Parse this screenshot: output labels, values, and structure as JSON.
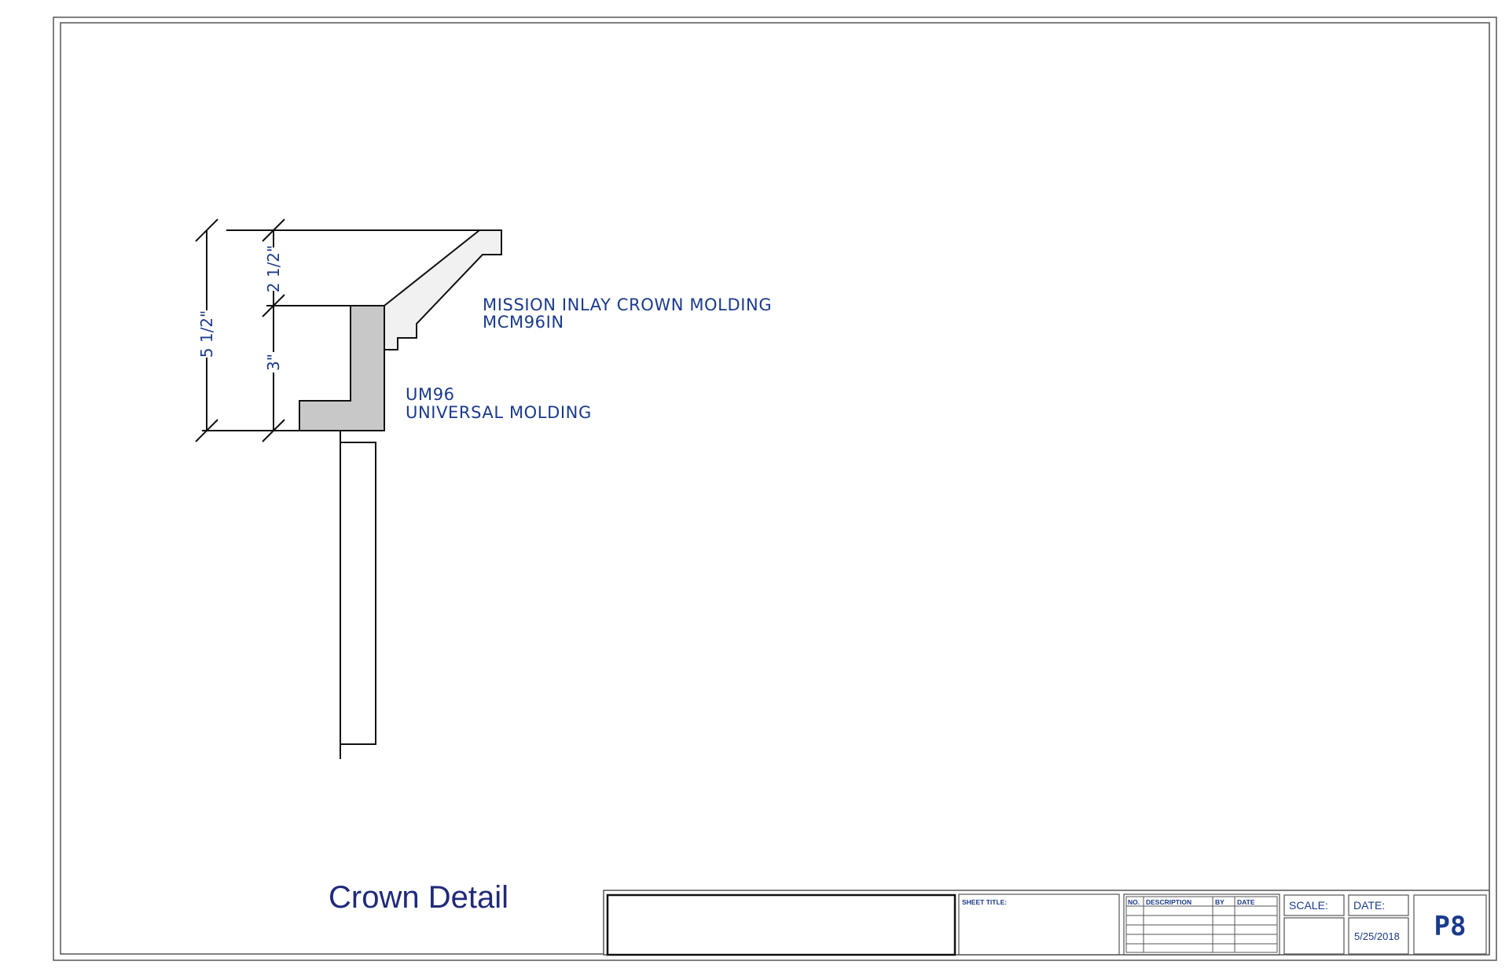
{
  "dimensions": {
    "overall": "5 1/2\"",
    "upper": "2 1/2\"",
    "lower": "3\""
  },
  "callouts": {
    "crown_line1": "MISSION INLAY CROWN MOLDING",
    "crown_line2": "MCM96IN",
    "universal_line1": "UM96",
    "universal_line2": "UNIVERSAL MOLDING"
  },
  "drawing_title": "Crown Detail",
  "title_block": {
    "sheet_title_label": "SHEET TITLE:",
    "revision_headers": {
      "no": "NO.",
      "description": "DESCRIPTION",
      "by": "BY",
      "date": "DATE"
    },
    "scale_label": "SCALE:",
    "date_label": "DATE:",
    "date_value": "5/25/2018",
    "page_number": "P8"
  },
  "colors": {
    "annotation": "#1a3a8c",
    "title": "#1f2a7a",
    "molding_fill": "#c8c8c8",
    "crown_fill": "#f1f1f1"
  }
}
